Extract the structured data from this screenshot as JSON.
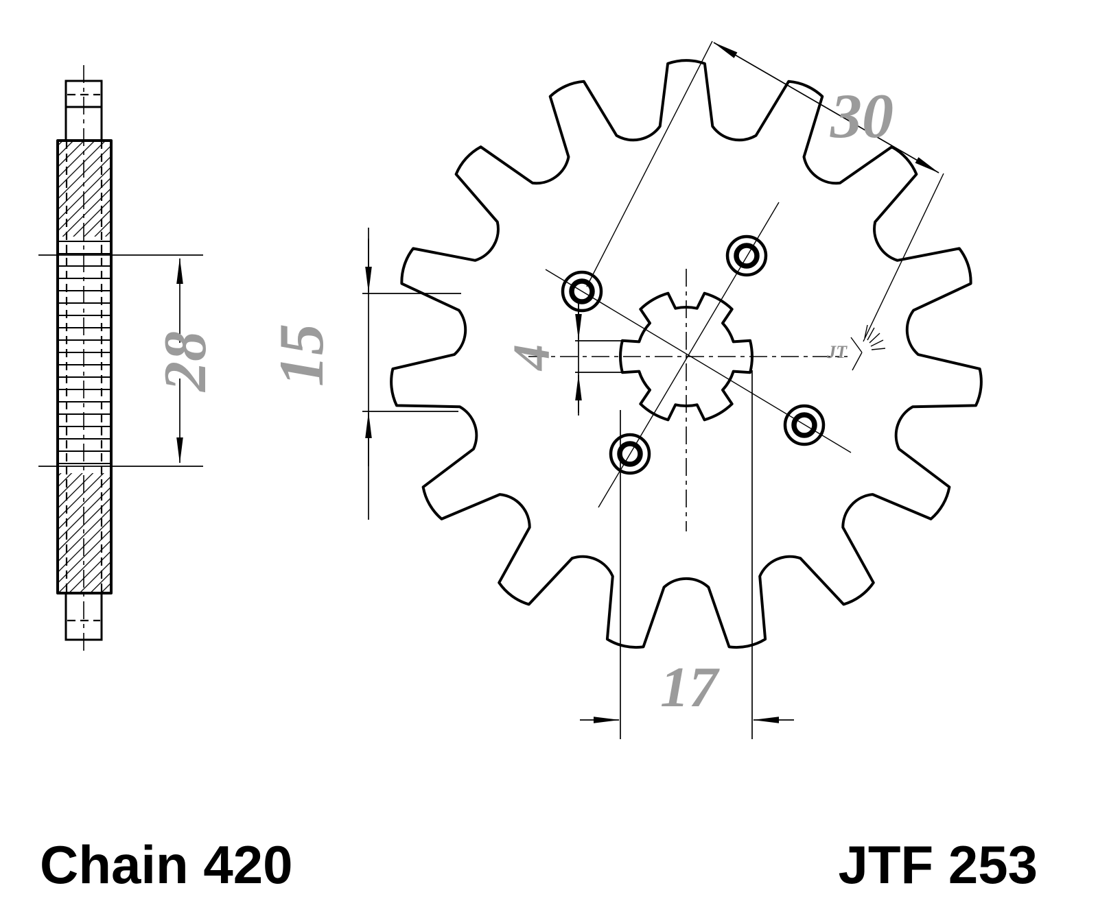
{
  "labels": {
    "chain": "Chain 420",
    "part": "JTF 253"
  },
  "dimensions": {
    "d30": "30",
    "d15": "15",
    "d4": "4",
    "d28": "28",
    "d17": "17"
  },
  "finish_mark": {
    "text": "JT"
  },
  "colors": {
    "line": "#000000",
    "dimension_text": "#9b9b9b",
    "background": "#ffffff"
  }
}
